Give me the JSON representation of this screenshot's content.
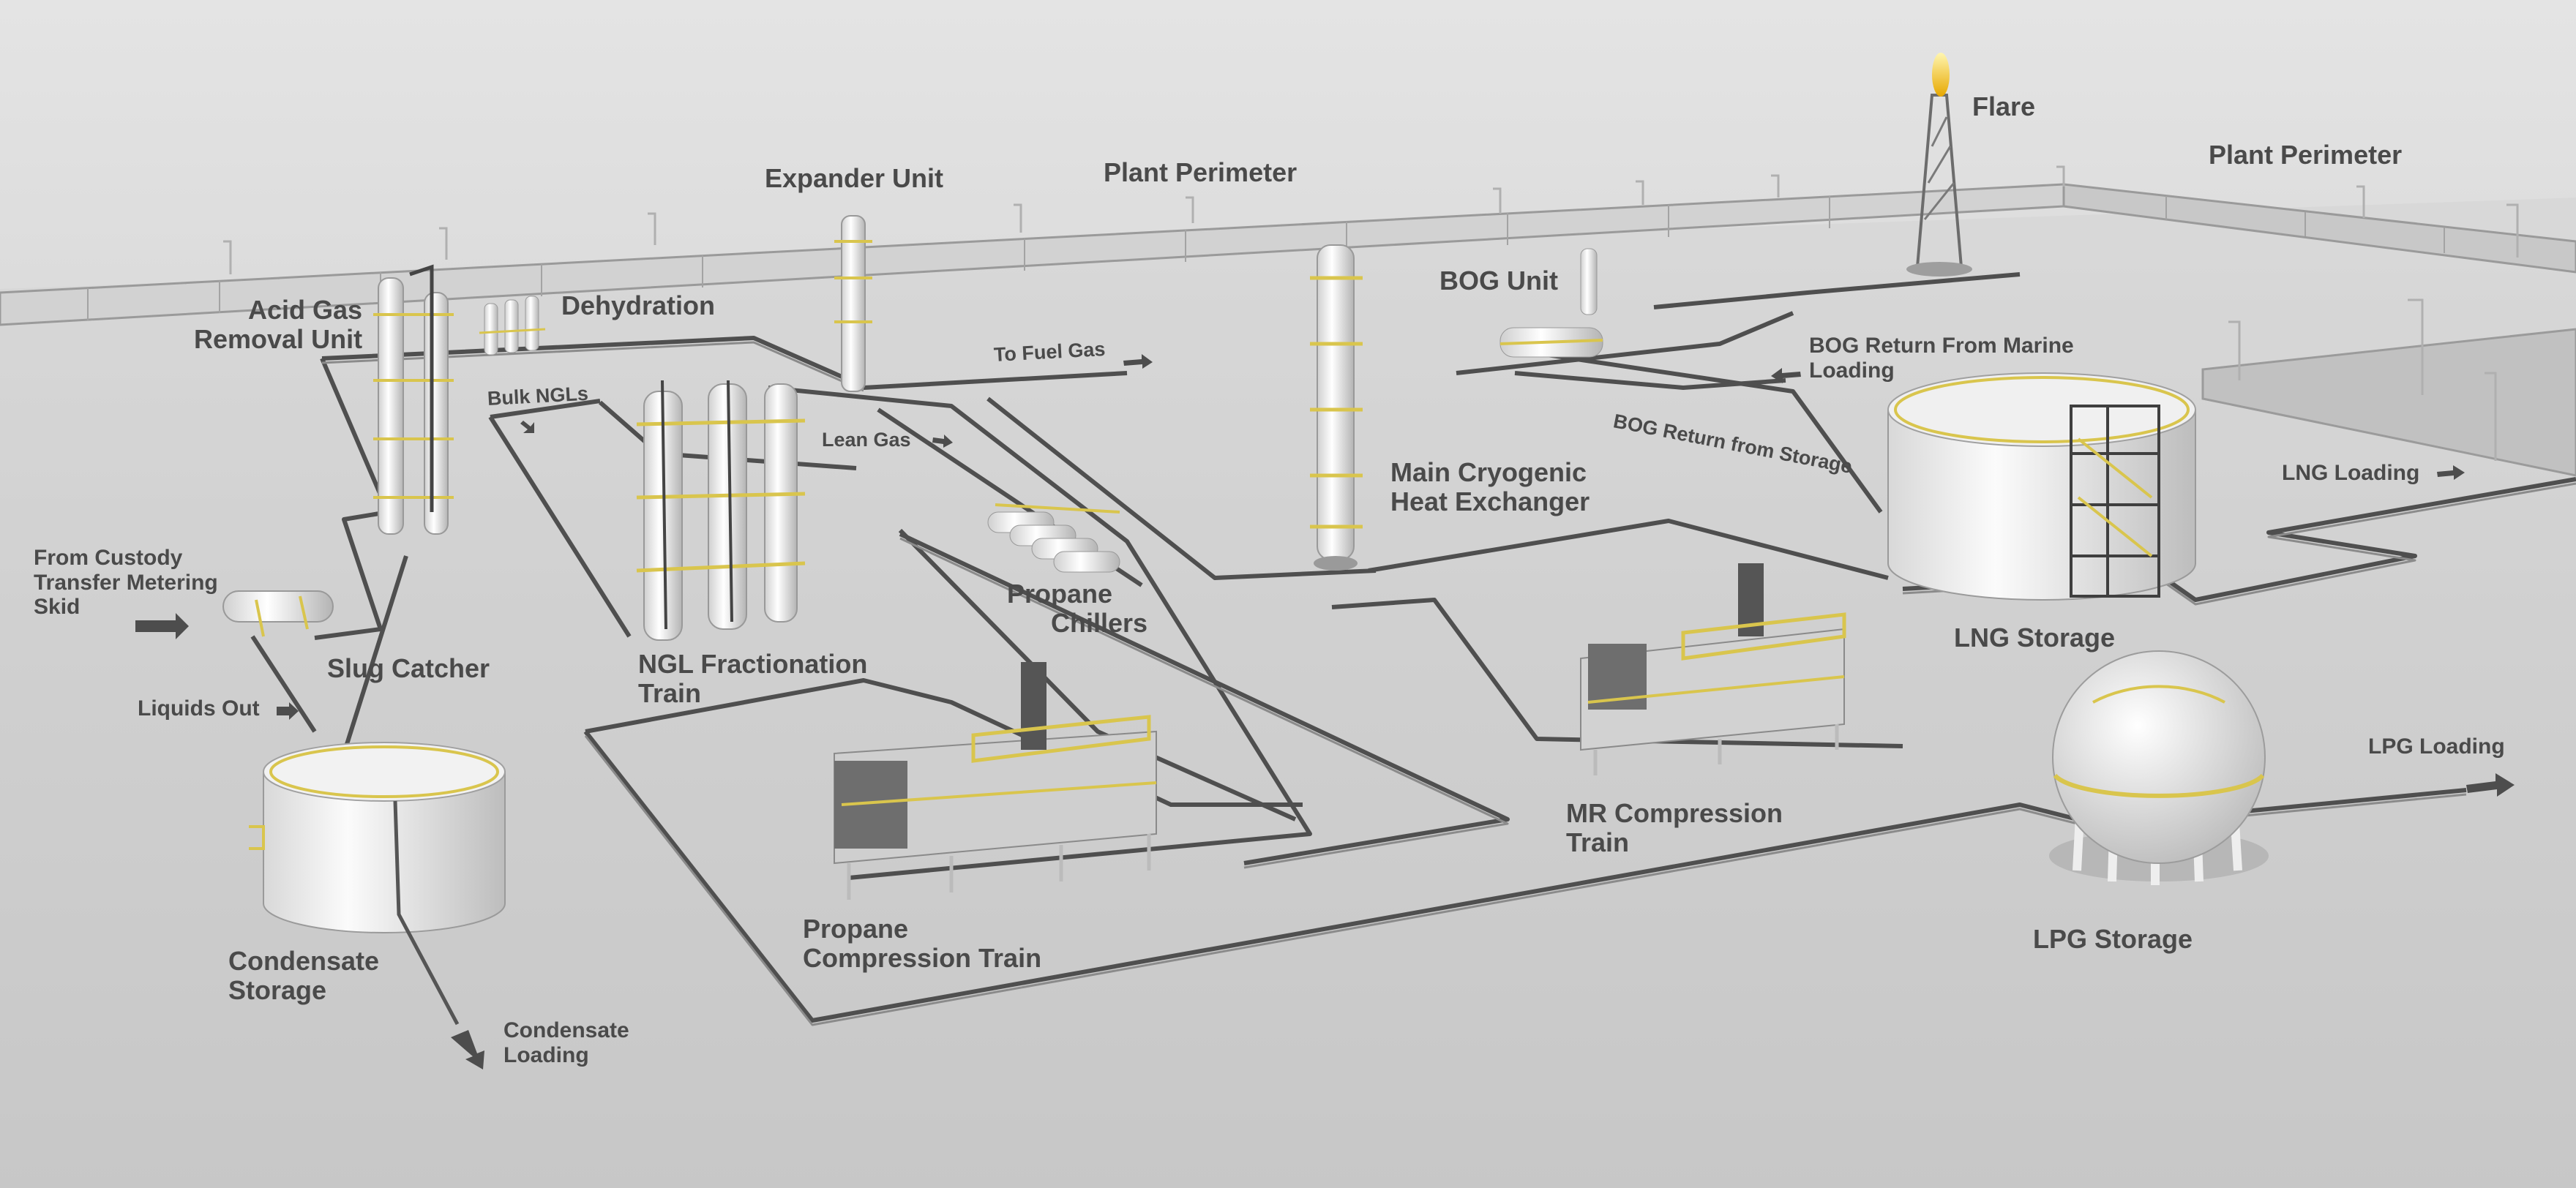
{
  "labels": {
    "acid_gas_removal_unit": [
      "Acid Gas",
      "Removal Unit"
    ],
    "dehydration": "Dehydration",
    "expander_unit": "Expander Unit",
    "plant_perimeter_center": "Plant Perimeter",
    "plant_perimeter_right": "Plant Perimeter",
    "flare": "Flare",
    "bog_unit": "BOG Unit",
    "to_fuel_gas": "To Fuel Gas",
    "bulk_ngls": "Bulk NGLs",
    "lean_gas": "Lean Gas",
    "bog_return_marine": [
      "BOG Return From Marine",
      "Loading"
    ],
    "bog_return_storage": "BOG Return from Storage",
    "main_cryogenic_heat_exchanger": [
      "Main Cryogenic",
      "Heat Exchanger"
    ],
    "lng_loading": "LNG Loading",
    "from_custody_transfer": [
      "From Custody",
      "Transfer Metering",
      "Skid"
    ],
    "slug_catcher": "Slug Catcher",
    "liquids_out": "Liquids Out",
    "ngl_fractionation_train": [
      "NGL Fractionation",
      "Train"
    ],
    "propane_chillers": [
      "Propane",
      "Chillers"
    ],
    "lng_storage": "LNG Storage",
    "lpg_loading": "LPG Loading",
    "mr_compression_train": [
      "MR Compression",
      "Train"
    ],
    "condensate_storage": [
      "Condensate",
      "Storage"
    ],
    "condensate_loading": [
      "Condensate",
      "Loading"
    ],
    "propane_compression_train": [
      "Propane",
      "Compression Train"
    ],
    "lpg_storage": "LPG Storage"
  }
}
